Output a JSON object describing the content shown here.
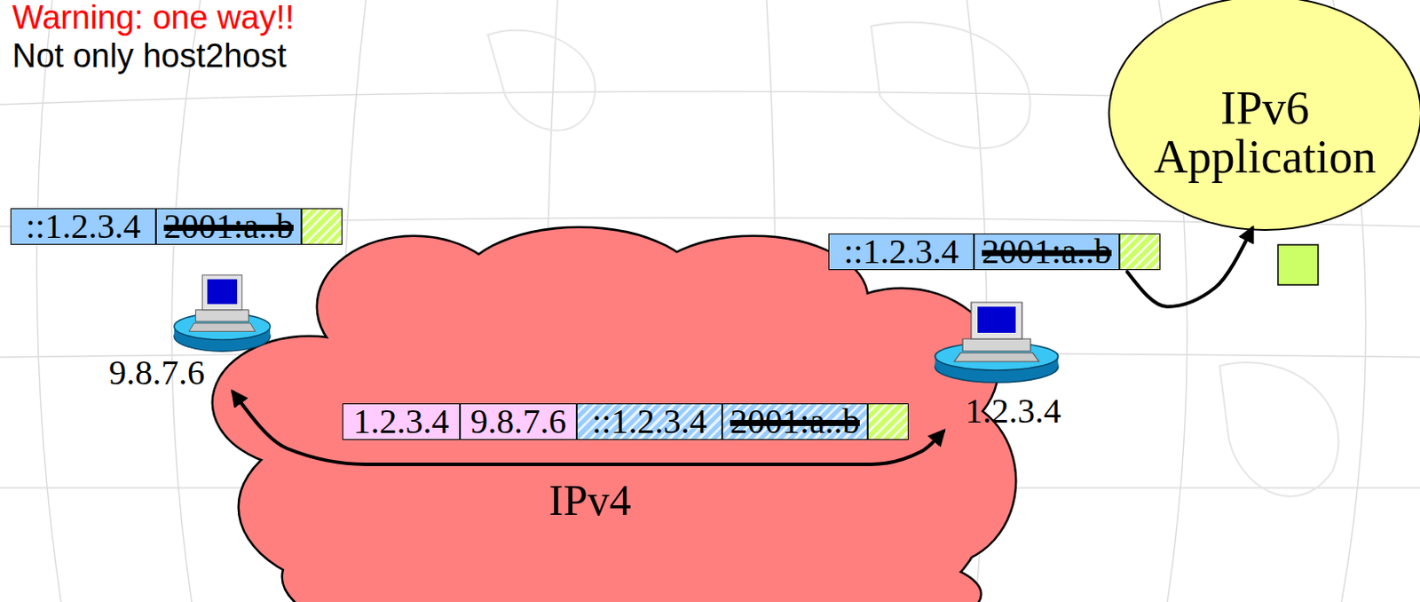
{
  "diagram": {
    "nodes": [
      {
        "text": [
          "IPv6 Application"
        ]
      },
      {
        "text": [
          "::1.2.3.4",
          "2001:a..b"
        ]
      },
      {
        "text": [
          "::1.2.3.4",
          "2001:a..b"
        ]
      },
      {
        "text": [
          "9.8.7.6"
        ]
      },
      {
        "text": [
          "1.2.3.4"
        ]
      },
      {
        "text": [
          "IPv4"
        ]
      },
      {
        "text": [
          "1.2.3.4",
          "9.8.7.6",
          "::1.2.3.4",
          "2001:a..b"
        ],
        "in": 5
      }
    ],
    "edges": [
      {
        "from": 3,
        "to": 4,
        "arrow": "both"
      },
      {
        "from": 2,
        "to": 0,
        "arrow": "to"
      }
    ],
    "labels": [
      "Warning: one way!!",
      "Not only host2host"
    ]
  }
}
